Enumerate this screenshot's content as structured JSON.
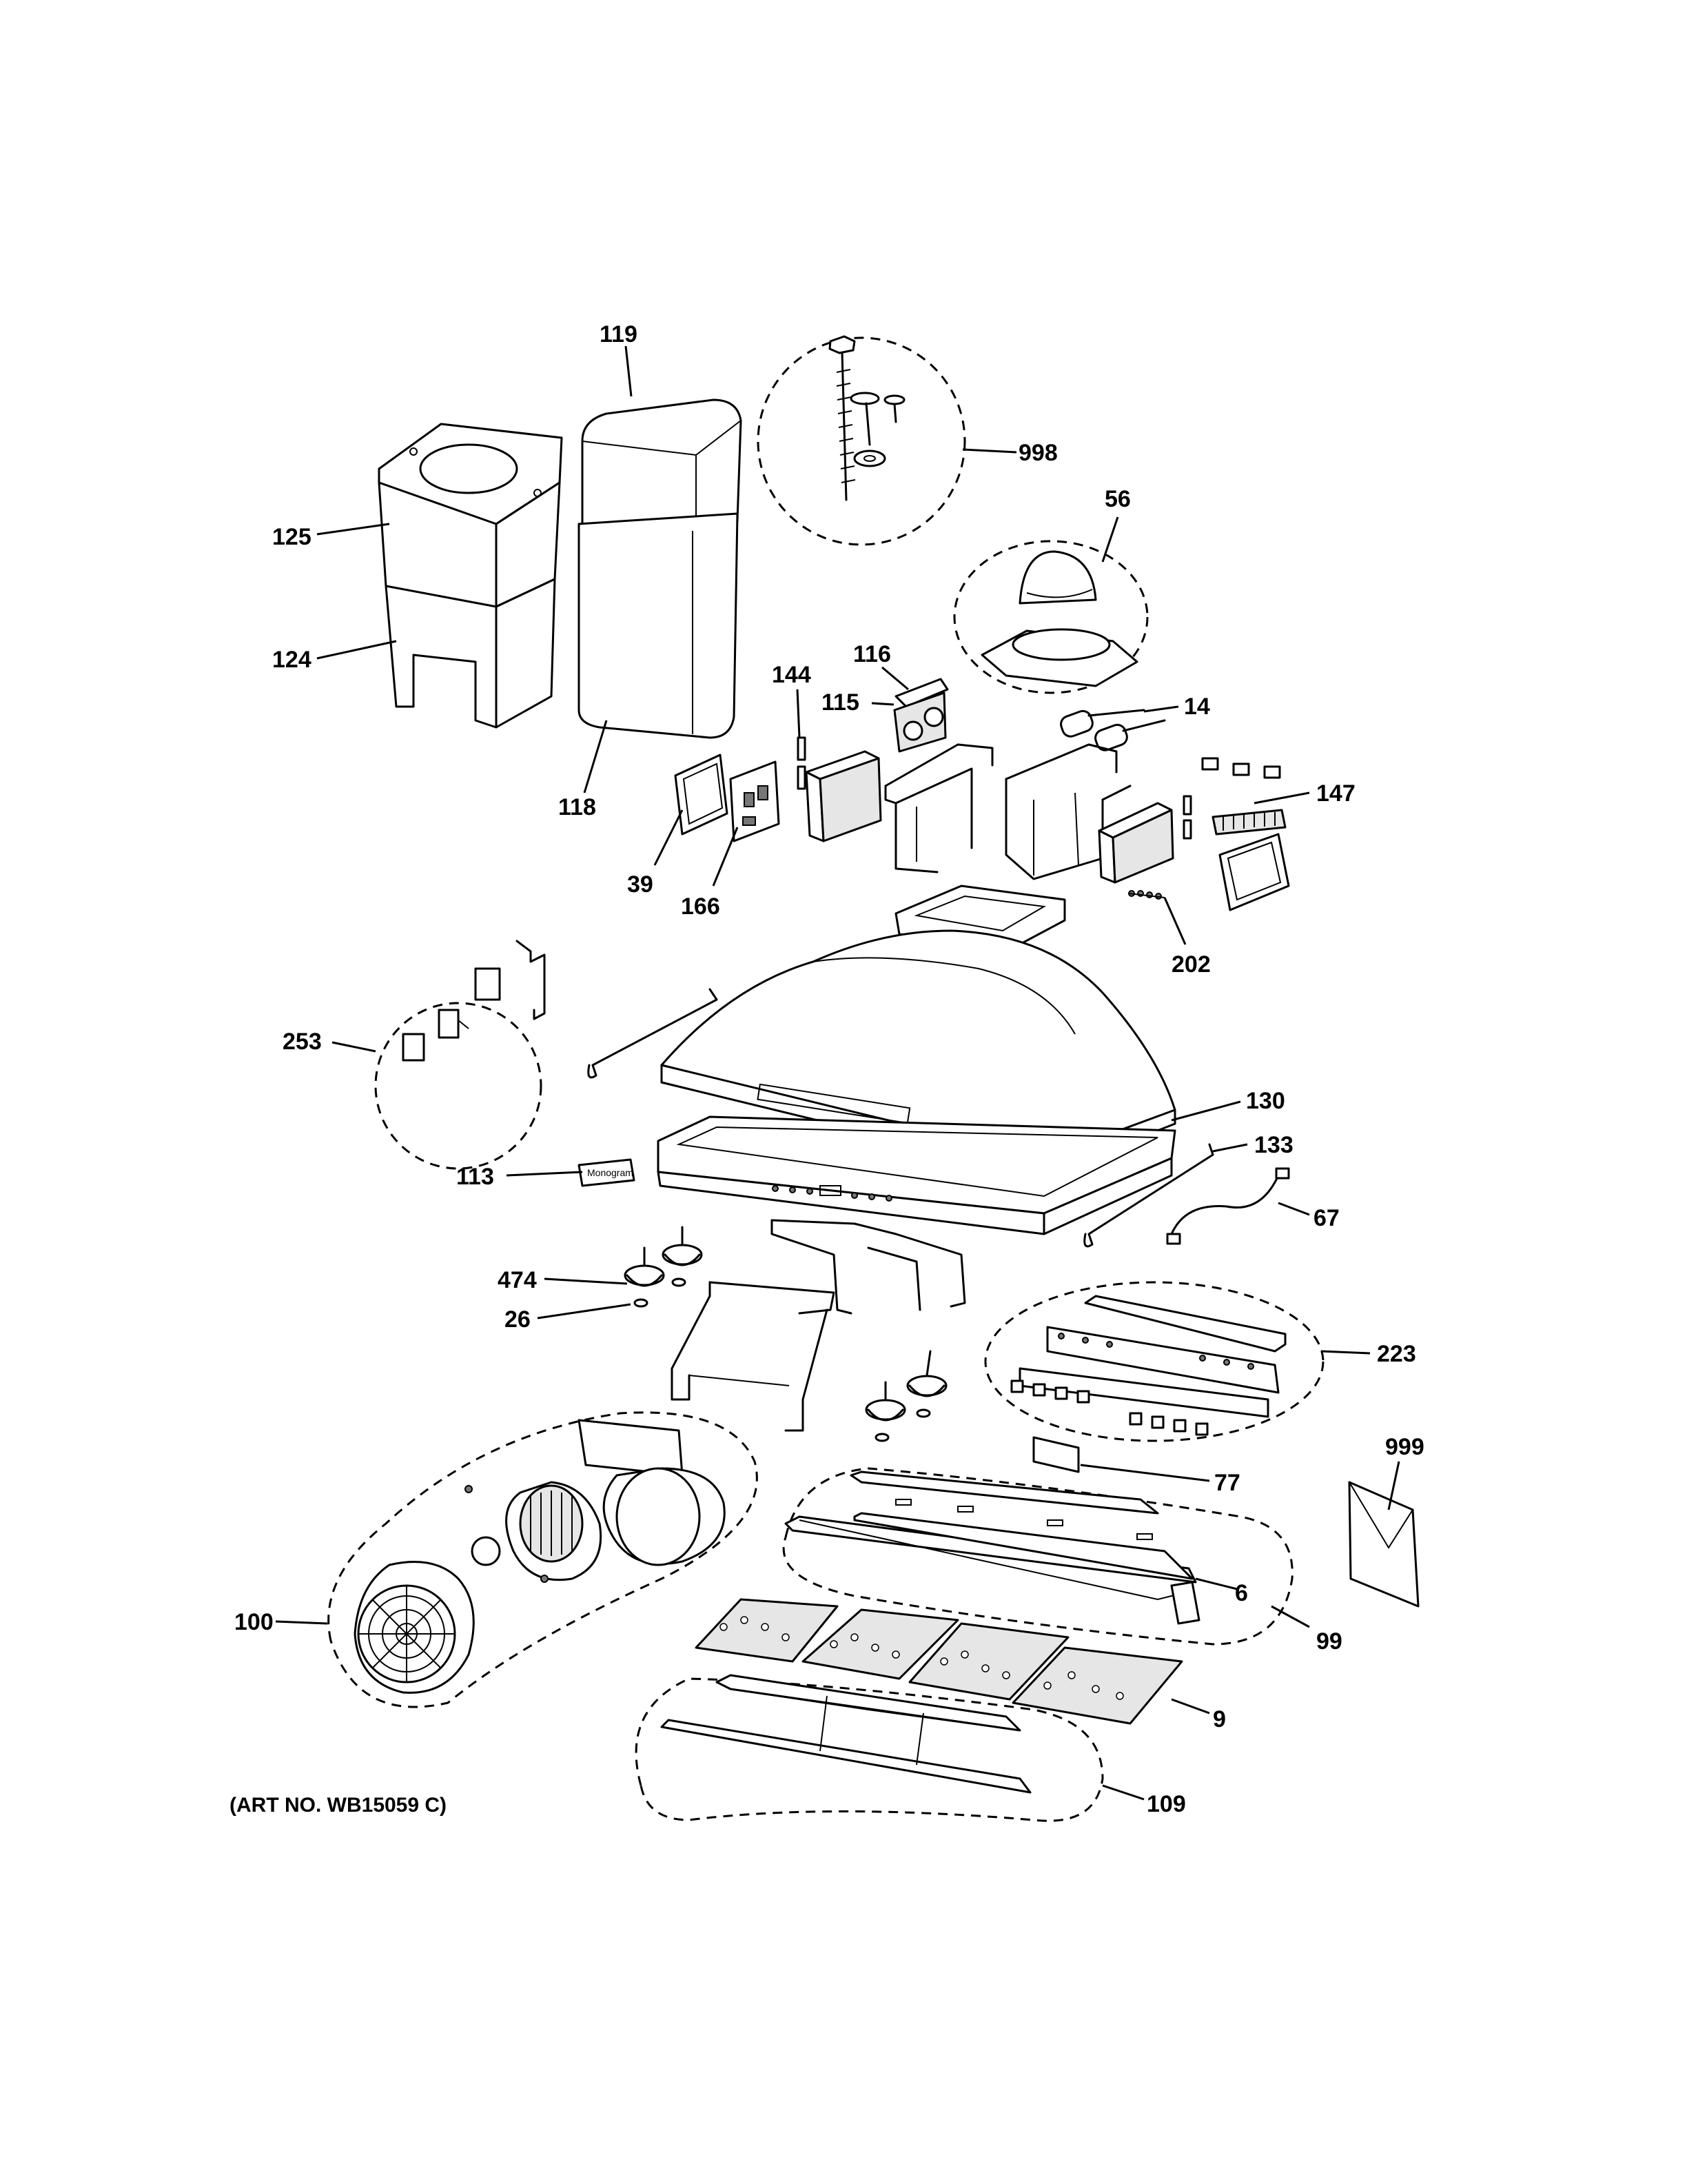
{
  "labels": {
    "p119": "119",
    "p998": "998",
    "p56": "56",
    "p125": "125",
    "p124": "124",
    "p116": "116",
    "p115": "115",
    "p144": "144",
    "p14": "14",
    "p147": "147",
    "p118": "118",
    "p39": "39",
    "p166": "166",
    "p202": "202",
    "p253": "253",
    "p130": "130",
    "p133": "133",
    "p113": "113",
    "p67": "67",
    "p474": "474",
    "p26": "26",
    "p223": "223",
    "p999": "999",
    "p77": "77",
    "p6": "6",
    "p100": "100",
    "p99": "99",
    "p9": "9",
    "p109": "109"
  },
  "art_number": "(ART NO. WB15059 C)",
  "badge_text": "Monogram"
}
